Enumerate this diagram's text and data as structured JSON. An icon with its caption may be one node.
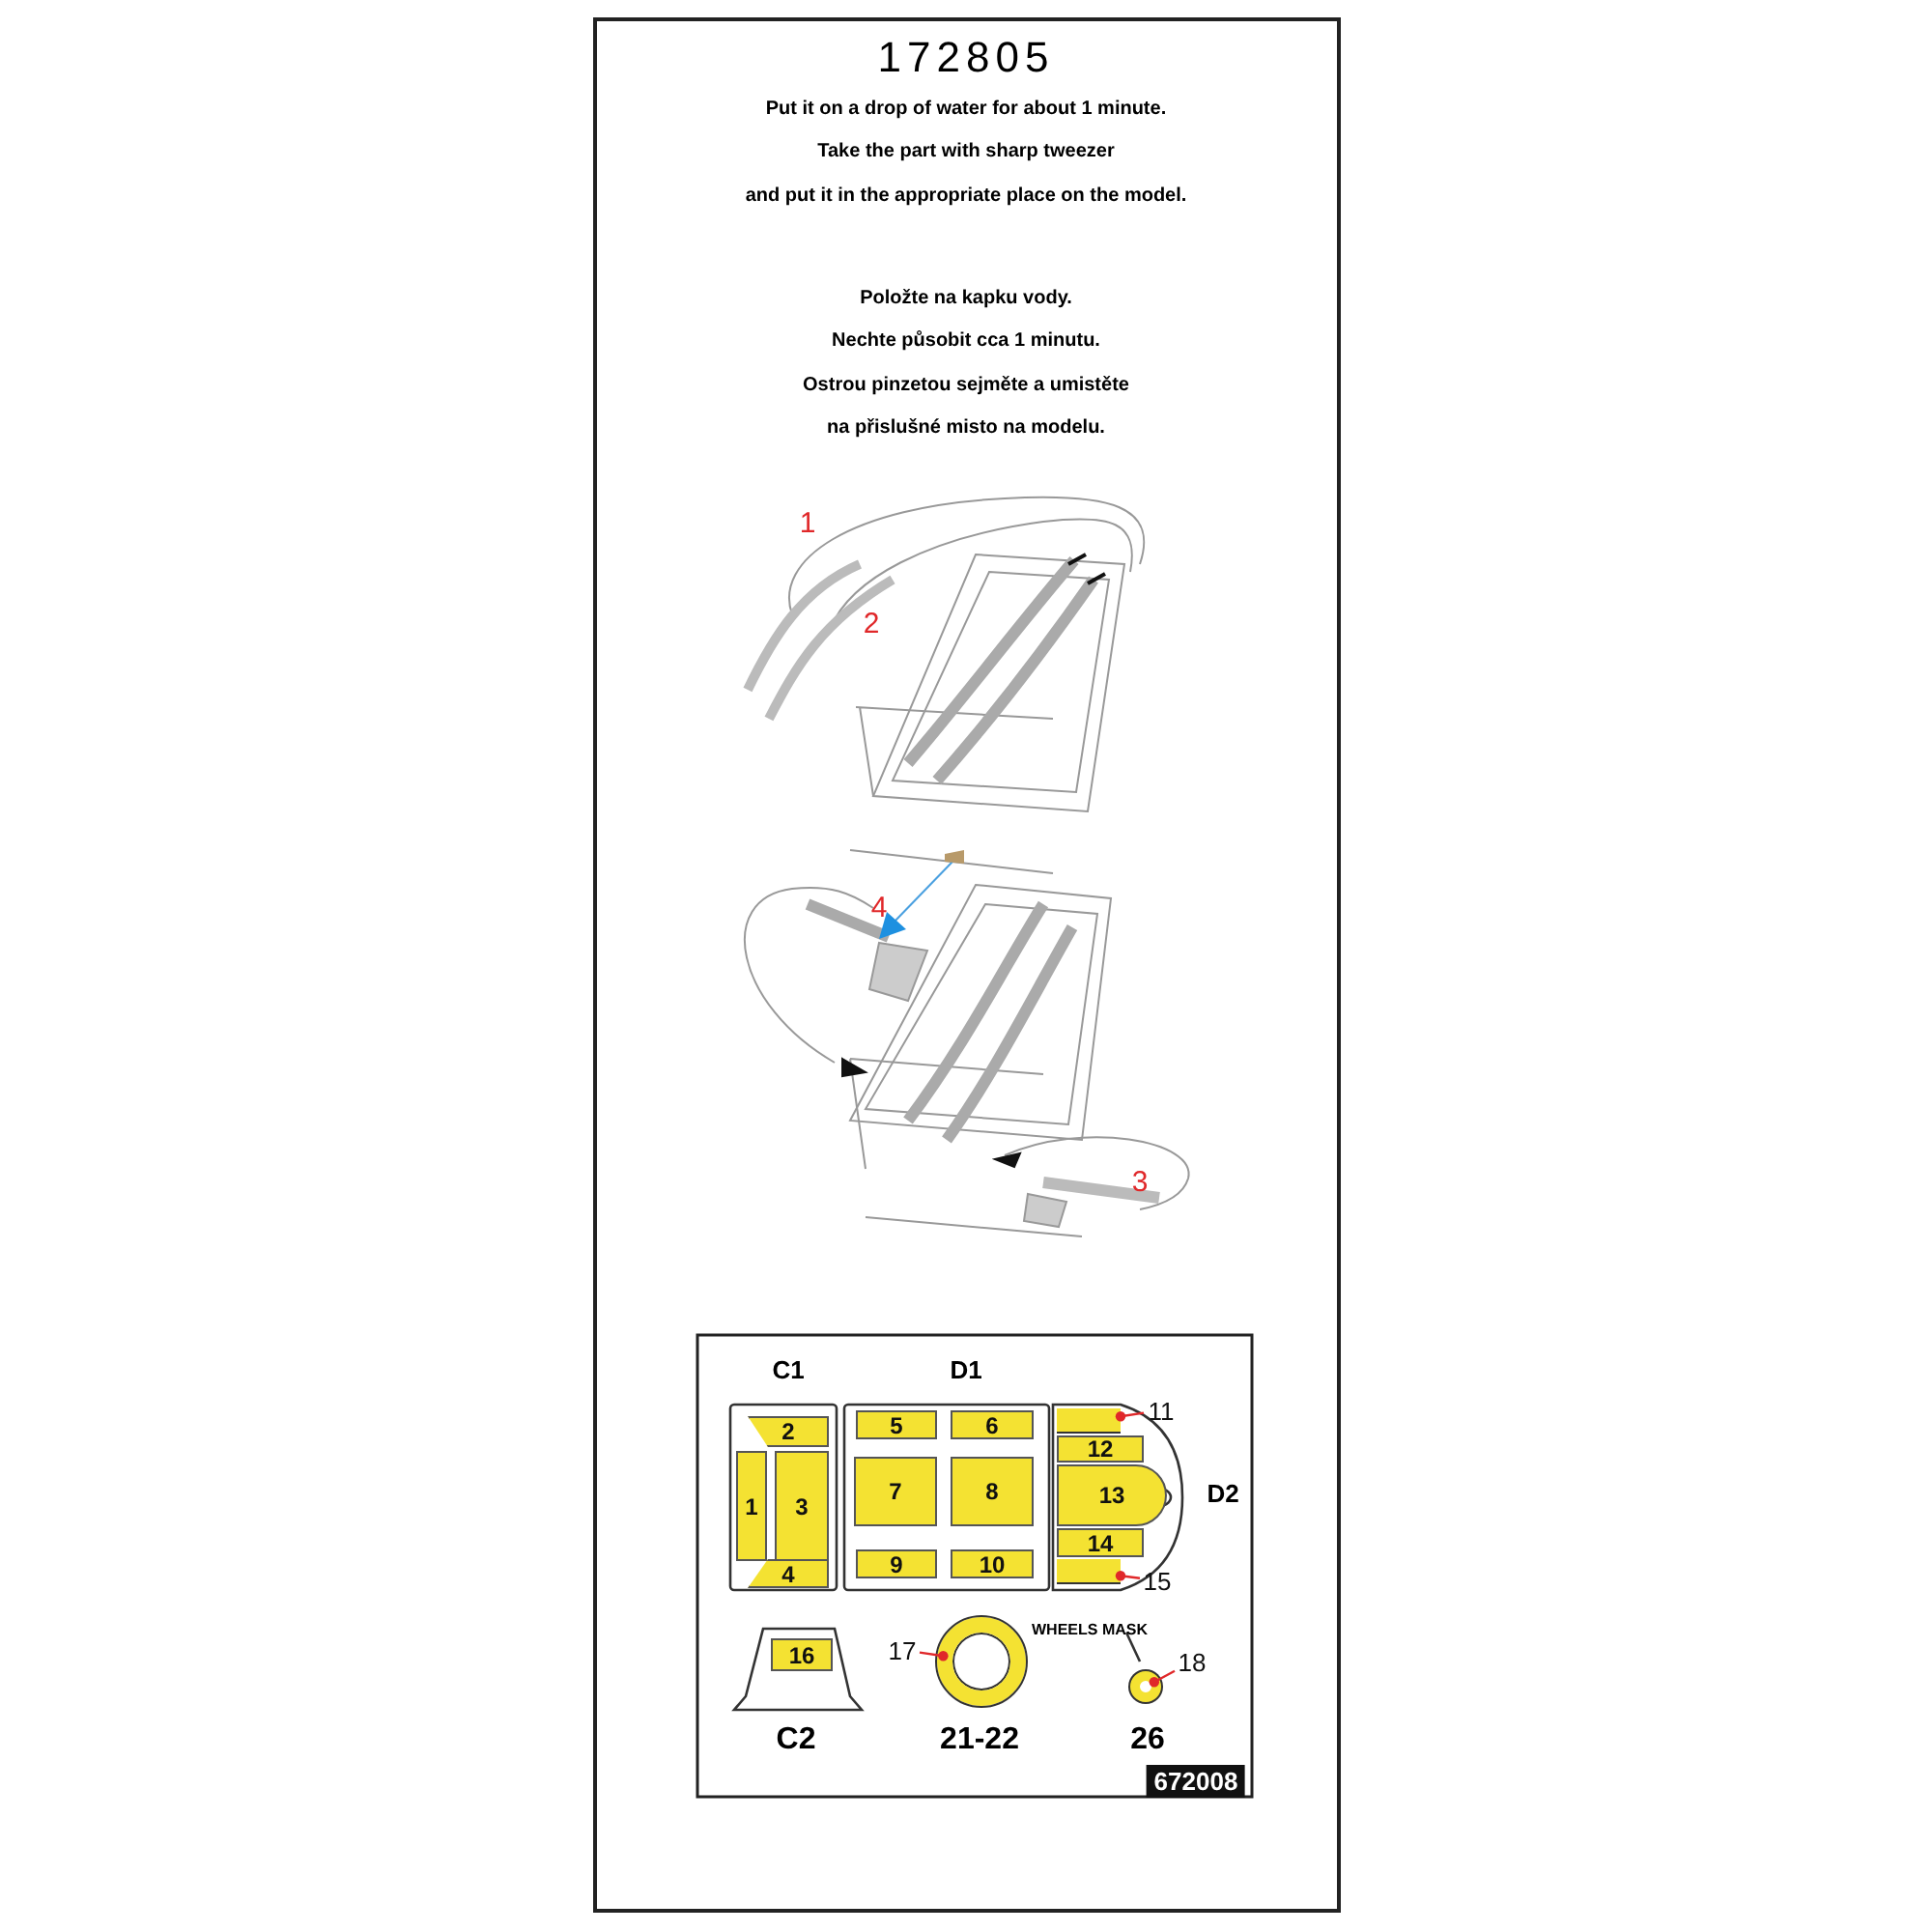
{
  "diagram": {
    "title": "172805",
    "nodes": [
      {
        "text": [
          "2"
        ]
      },
      {
        "text": [
          "1"
        ]
      },
      {
        "text": [
          "3"
        ]
      },
      {
        "text": [
          "4"
        ]
      },
      {
        "text": [
          "5"
        ]
      },
      {
        "text": [
          "6"
        ]
      },
      {
        "text": [
          "7"
        ]
      },
      {
        "text": [
          "8"
        ]
      },
      {
        "text": [
          "9"
        ]
      },
      {
        "text": [
          "10"
        ]
      },
      {
        "text": [
          "11"
        ]
      },
      {
        "text": [],
        "shape": "box"
      },
      {
        "text": [
          "12"
        ]
      },
      {
        "text": [
          "13"
        ]
      },
      {
        "text": [
          "14"
        ]
      },
      {
        "text": [],
        "shape": "box"
      },
      {
        "text": [
          "15"
        ]
      },
      {
        "text": [
          "16"
        ]
      },
      {
        "text": [
          "17"
        ]
      },
      {
        "text": [],
        "shape": "circle"
      },
      {
        "text": [],
        "shape": "circle"
      },
      {
        "text": [
          "18"
        ]
      }
    ],
    "edges": [
      {
        "from": 10,
        "to": 11,
        "arrow": "other"
      },
      {
        "from": 16,
        "to": 15,
        "arrow": "other"
      },
      {
        "from": 18,
        "to": 19,
        "arrow": "other"
      },
      {
        "from": 21,
        "to": 20,
        "arrow": "other"
      }
    ],
    "labels": [
      "Put it on a drop of water for about 1 minute.",
      "Take the part with sharp tweezer",
      "and put it in the appropriate place on the model.",
      "Položte na kapku vody.",
      "Nechte působit cca 1 minutu.",
      "Ostrou pinzetou sejměte a umistěte",
      "na přislušné misto na modelu.",
      "1",
      "2",
      "4",
      "3",
      "C1",
      "D1",
      "D2",
      "WHEELS MASK",
      "C2",
      "21-22",
      "26",
      "672008"
    ]
  }
}
